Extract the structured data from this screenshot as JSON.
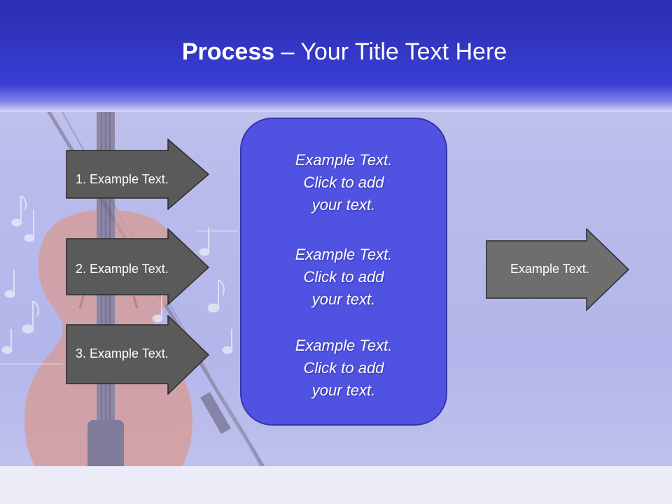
{
  "header": {
    "title_bold": "Process",
    "title_rest": " – Your Title Text Here"
  },
  "left_arrows": [
    {
      "label": "1. Example Text."
    },
    {
      "label": "2. Example Text."
    },
    {
      "label": "3. Example Text."
    }
  ],
  "center": {
    "blocks": [
      {
        "line1": "Example Text.",
        "line2": "Click  to add",
        "line3": "your text."
      },
      {
        "line1": "Example Text.",
        "line2": "Click  to add",
        "line3": "your text."
      },
      {
        "line1": "Example Text.",
        "line2": "Click  to add",
        "line3": "your text."
      }
    ]
  },
  "right_arrow": {
    "label": "Example Text."
  },
  "colors": {
    "header_blue": "#3236c2",
    "arrow_fill": "#5a5a5a",
    "center_box": "#5052e2",
    "violin": "#d89a92"
  },
  "icons": [
    "violin-image",
    "music-notes-decoration",
    "bow-image"
  ]
}
